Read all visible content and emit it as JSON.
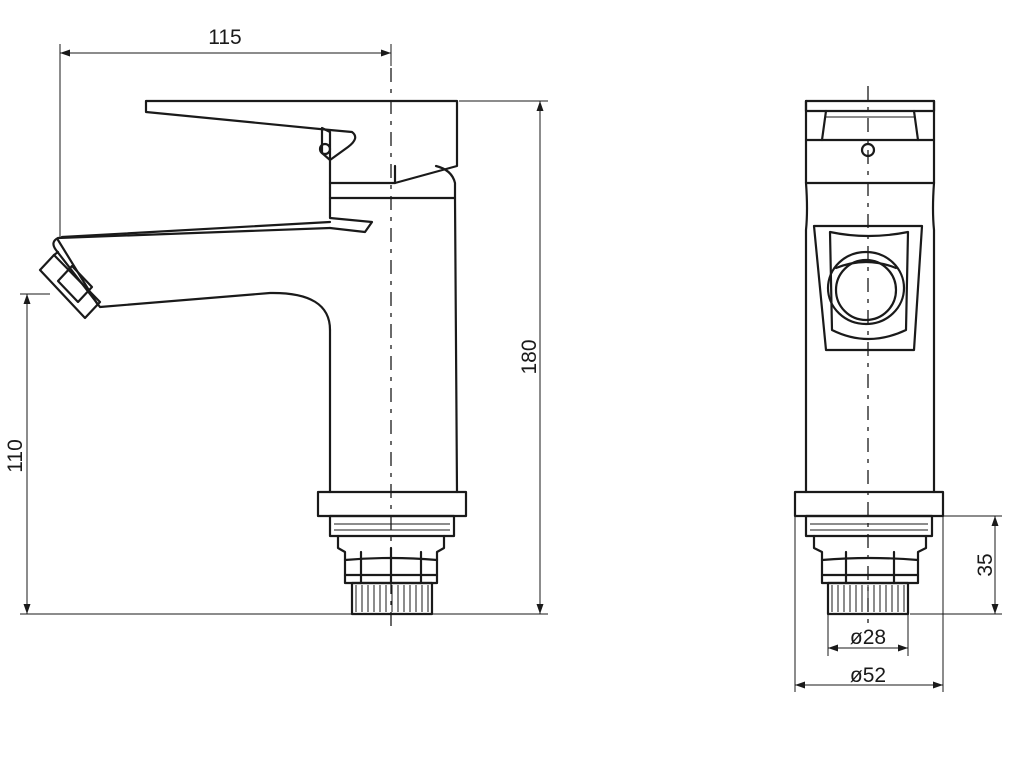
{
  "dimensions": {
    "width_label": "115",
    "height_label": "180",
    "spout_height_label": "110",
    "thread_length_label": "35",
    "thread_diameter_label": "ø28",
    "base_diameter_label": "ø52"
  }
}
